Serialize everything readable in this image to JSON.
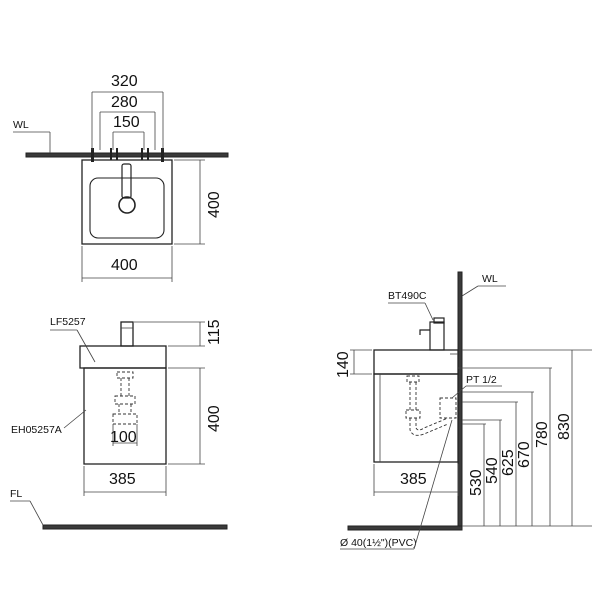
{
  "top_view": {
    "dim_320": "320",
    "dim_280": "280",
    "dim_150": "150",
    "dim_400_v": "400",
    "dim_400_h": "400",
    "wl": "WL"
  },
  "front_view": {
    "lf_label": "LF5257",
    "eh_label": "EH05257A",
    "dim_115": "115",
    "dim_400": "400",
    "dim_100": "100",
    "dim_385": "385",
    "fl": "FL"
  },
  "side_view": {
    "bt_label": "BT490C",
    "wl": "WL",
    "pt_label": "PT 1/2",
    "dim_140": "140",
    "dim_385": "385",
    "pipe_label": "Ø 40(1½\")(PVC)",
    "heights": [
      "530",
      "540",
      "625",
      "670",
      "780",
      "830"
    ]
  }
}
